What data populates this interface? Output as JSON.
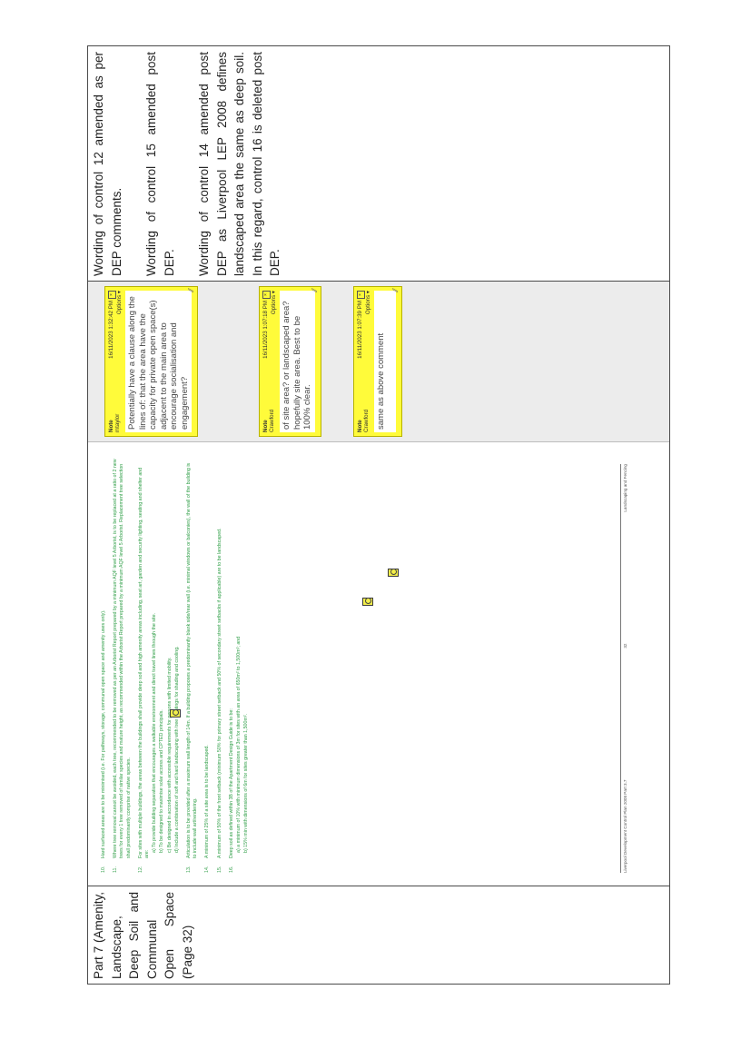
{
  "row": {
    "section": "Part 7 (Amenity, Landscape, Deep Soil and Communal Open Space (Page 32)",
    "comments": [
      "Wording of control 12 amended as per DEP comments.",
      "Wording of control 15 amended post DEP.",
      "Wording of control 14 amended post DEP as Liverpool LEP 2008 defines landscaped area the same as deep soil. In this regard, control 16 is deleted post DEP."
    ]
  },
  "document": {
    "controls": [
      {
        "num": "10.",
        "text": "Hard surfaced areas are to be minimised (i.e. For pathways, storage, communal open space and amenity uses only)."
      },
      {
        "num": "11.",
        "text": "Where tree removal cannot be avoided, each tree, recommended to be removed as per an Arborist Report prepared by a minimum AQF level 5 Arborist, is to be replaced at a ratio of 2 new trees for every 1 tree removed of similar species and mature height, as recommended within the Arborist Report prepared by a minimum AQF level 5 Arborist. Replacement tree selection shall predominantly comprise of native species."
      },
      {
        "num": "12.",
        "text": "For sites with multiple buildings, the areas between the buildings shall provide deep soil and high amenity areas including, seat art, garden and security lighting, seating and shelter and are:",
        "sub": [
          "a)  To provide building separation that encourages a walkable environment and direct travel lines through the site.",
          "b)  To be designed to maximise solar access and CPTED principals.",
          "c)  Be designed in accordance with accessible requirements for persons with limited mobility.",
          "d)  Include a combination of soft and hard landscaping with tree plantings for shading and cooling."
        ]
      },
      {
        "num": "13.",
        "text": "Articulation is to be provided after a maximum wall length of 14m. If a building proposes a predominantly blank side/rear wall (i.e. minimal windows or balconies), the wall of the building is to include wall art/rendering."
      },
      {
        "num": "14.",
        "text": "A minimum of 25% of a site area is to be landscaped."
      },
      {
        "num": "15.",
        "text": "A minimum of 50% of the front setback (minimum 50% for primary street setback and 50% of secondary street setbacks if applicable) are to be landscaped."
      },
      {
        "num": "16.",
        "text": "Deep soil as defined within 3B of the Apartment Design Guide is to be:",
        "sub": [
          "a)  a minimum of 10% with minimum dimensions of 3m for sites with an area of 650m² to 1,500m²; and",
          "b)  15% min with dimensions of 6m for sites greater than 1,500m²."
        ]
      }
    ],
    "footer_left": "Liverpool Development Control Plan 2008 Part 3.7",
    "footer_page": "32",
    "footer_right": "Landscaping and Fencing"
  },
  "notes": [
    {
      "title": "Note",
      "author": "mtaylor",
      "timestamp": "16/11/2023 1:32:42 PM",
      "options": "Options ▾",
      "body": "Potentially have a clause along the lines of: that the area have the capacity for private open space(s) adjacent to the main area to encourage socialisation and engagement?"
    },
    {
      "title": "Note",
      "author": "Crawford",
      "timestamp": "16/11/2023 1:07:18 PM",
      "options": "Options ▾",
      "body": "of site area? or landscaped area? hopefully site area. Best to be 100% clear."
    },
    {
      "title": "Note",
      "author": "Crawford",
      "timestamp": "16/11/2023 1:07:39 PM",
      "options": "Options ▾",
      "body": "same as above comment"
    }
  ],
  "colors": {
    "note_yellow": "#fffb3a",
    "doc_text_green": "#2e9e46"
  }
}
